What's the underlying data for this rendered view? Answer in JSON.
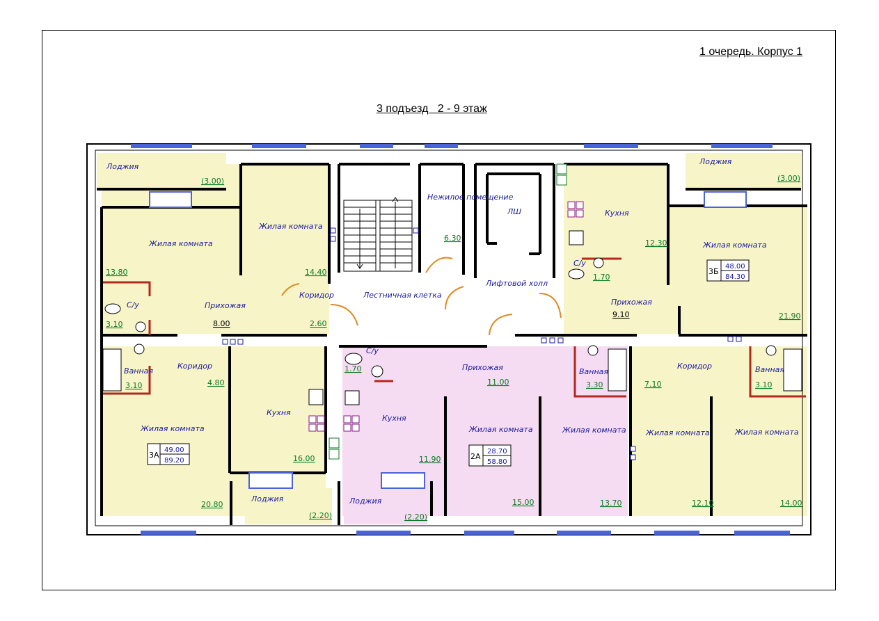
{
  "header": {
    "queue_label": "1 очередь. Корпус 1",
    "entrance_label": "3 подъезд   2 - 9 этаж"
  },
  "colors": {
    "yellow_room": "#f7f4c8",
    "pink_room": "#f6dcf2",
    "wall": "#000000",
    "window": "#4a64d8",
    "door": "#e08a20",
    "partition": "#b3281e",
    "area_text": "#0c7a24",
    "label_text": "#1a1aa0"
  },
  "rooms": [
    {
      "id": "loggia-tl",
      "name": "Лоджия",
      "area": "(3.00)"
    },
    {
      "id": "living-tl",
      "name": "Жилая комната",
      "area": "13.80"
    },
    {
      "id": "living-tl2",
      "name": "Жилая комната",
      "area": "14.40"
    },
    {
      "id": "bath-l",
      "name": "С/у",
      "area": "3.10"
    },
    {
      "id": "hall-l",
      "name": "Прихожая",
      "area": "8.00"
    },
    {
      "id": "corr-top",
      "name": "Коридор",
      "area": "2.60"
    },
    {
      "id": "bathroom-l",
      "name": "Ванная",
      "area": "3.10"
    },
    {
      "id": "corr-l",
      "name": "Коридор",
      "area": "4.80"
    },
    {
      "id": "living-bl",
      "name": "Жилая комната",
      "area": "20.80"
    },
    {
      "id": "kitchen-l",
      "name": "Кухня",
      "area": "16.00"
    },
    {
      "id": "loggia-bl",
      "name": "Лоджия",
      "area": "(2.20)"
    },
    {
      "id": "stair",
      "name": "Лестничная клетка",
      "area": ""
    },
    {
      "id": "nonres",
      "name": "Нежилое помещение",
      "area": "6.30"
    },
    {
      "id": "ls",
      "name": "ЛШ",
      "area": ""
    },
    {
      "id": "lift",
      "name": "Лифтовой холл",
      "area": ""
    },
    {
      "id": "su-c",
      "name": "С/у",
      "area": "1.70"
    },
    {
      "id": "hall-c",
      "name": "Прихожая",
      "area": "11.00"
    },
    {
      "id": "kitchen-c",
      "name": "Кухня",
      "area": "11.90"
    },
    {
      "id": "living-c1",
      "name": "Жилая комната",
      "area": "15.00"
    },
    {
      "id": "living-c2",
      "name": "Жилая комната",
      "area": "13.70"
    },
    {
      "id": "bath-c",
      "name": "Ванная",
      "area": "3.30"
    },
    {
      "id": "loggia-bc",
      "name": "Лоджия",
      "area": "(2.20)"
    },
    {
      "id": "kitchen-r",
      "name": "Кухня",
      "area": "12.30"
    },
    {
      "id": "su-r",
      "name": "С/у",
      "area": "1.70"
    },
    {
      "id": "hall-r",
      "name": "Прихожая",
      "area": "9.10"
    },
    {
      "id": "loggia-tr",
      "name": "Лоджия",
      "area": "(3.00)"
    },
    {
      "id": "living-r",
      "name": "Жилая комната",
      "area": "21.90"
    },
    {
      "id": "corr-r",
      "name": "Коридор",
      "area": "7.10"
    },
    {
      "id": "bath-r",
      "name": "Ванная",
      "area": "3.10"
    },
    {
      "id": "living-br1",
      "name": "Жилая комната",
      "area": "12.10"
    },
    {
      "id": "living-br2",
      "name": "Жилая комната",
      "area": "14.00"
    }
  ],
  "apartments": [
    {
      "code": "3А",
      "living": "49.00",
      "total": "89.20"
    },
    {
      "code": "2А",
      "living": "28.70",
      "total": "58.80"
    },
    {
      "code": "3Б",
      "living": "48.00",
      "total": "84.30"
    }
  ]
}
